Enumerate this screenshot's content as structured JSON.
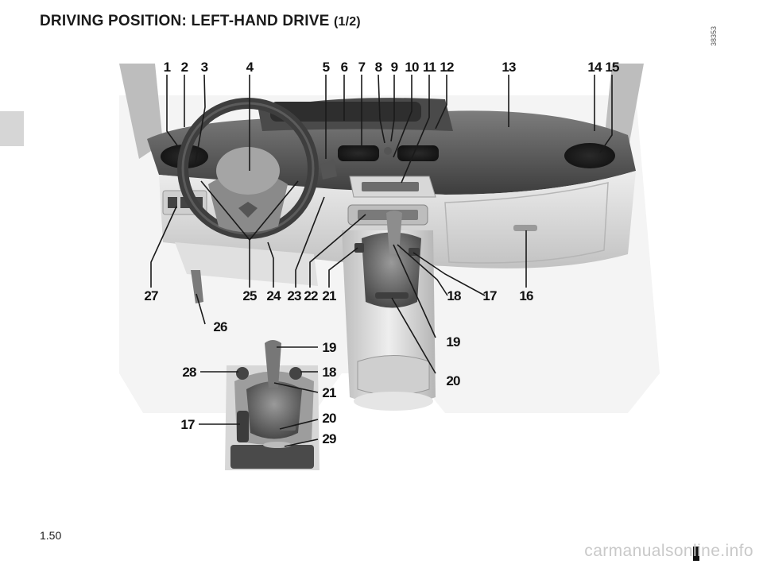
{
  "header": {
    "title": "DRIVING POSITION: LEFT-HAND DRIVE",
    "subtitle": "(1/2)"
  },
  "image_ref": "38353",
  "callouts": {
    "top": [
      "1",
      "2",
      "3",
      "4",
      "5",
      "6",
      "7",
      "8",
      "9",
      "10",
      "11",
      "12",
      "13",
      "14",
      "15"
    ],
    "bottom": [
      "27",
      "25",
      "24",
      "23",
      "22",
      "21",
      "18",
      "17",
      "16"
    ],
    "lever": "26",
    "console": [
      "19",
      "20"
    ],
    "inset": [
      "19",
      "28",
      "18",
      "21",
      "17",
      "20",
      "29"
    ]
  },
  "footer": {
    "page_number": "1.50",
    "watermark": "carmanualsonline.info"
  }
}
